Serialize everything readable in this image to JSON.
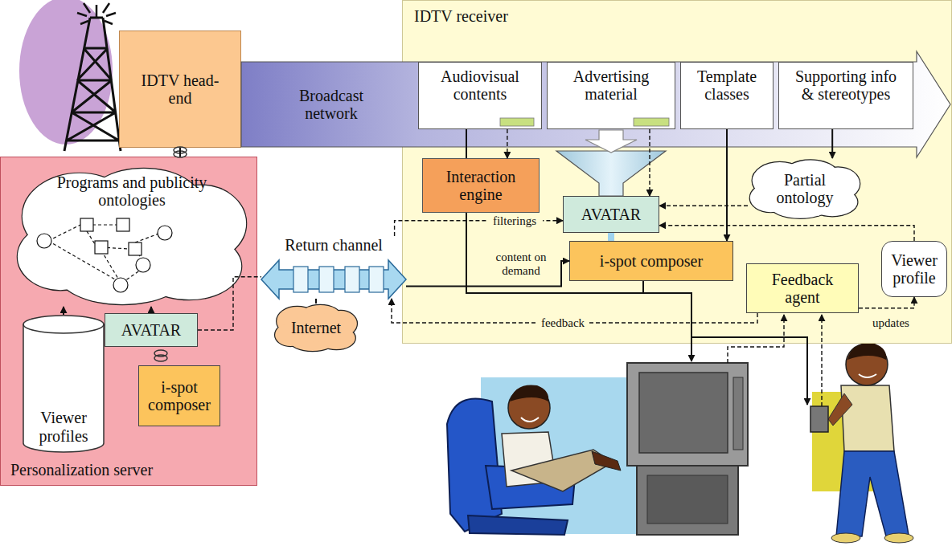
{
  "diagram": {
    "nodes": [
      {
        "text": [
          "IDTV head-end"
        ]
      },
      {
        "text": [
          "Personalization server"
        ]
      },
      {
        "text": [
          "Programs and publicity ontologies"
        ],
        "in": 1
      },
      {
        "text": [
          "Viewer profiles"
        ],
        "in": 1
      },
      {
        "text": [
          "AVATAR"
        ],
        "in": 1
      },
      {
        "text": [
          "i-spot composer"
        ],
        "in": 1
      },
      {
        "text": [
          "IDTV receiver"
        ]
      },
      {
        "text": [
          "Broadcast network"
        ]
      },
      {
        "text": [
          "Audiovisual contents"
        ],
        "in": 7
      },
      {
        "text": [
          "Advertising material"
        ],
        "in": 7
      },
      {
        "text": [
          "Template classes"
        ],
        "in": 7
      },
      {
        "text": [
          "Supporting info & stereotypes"
        ],
        "in": 7
      },
      {
        "text": [
          "Interaction engine"
        ],
        "in": 6
      },
      {
        "text": [
          "AVATAR"
        ],
        "in": 6
      },
      {
        "text": [
          "Partial ontology"
        ],
        "in": 6
      },
      {
        "text": [
          "i-spot composer"
        ],
        "in": 6
      },
      {
        "text": [
          "Feedback agent"
        ],
        "in": 6
      },
      {
        "text": [
          "Viewer profile"
        ],
        "in": 6
      },
      {
        "text": [
          "Return channel"
        ]
      },
      {
        "text": [
          "Internet"
        ]
      }
    ],
    "edges": [
      {
        "from": 0,
        "to": 1,
        "arrow": "none"
      },
      {
        "from": 3,
        "to": 2,
        "arrow": "to"
      },
      {
        "from": 4,
        "to": 2,
        "arrow": "to"
      },
      {
        "from": 4,
        "to": 18,
        "arrow": "none"
      },
      {
        "from": 19,
        "to": 18,
        "arrow": "none"
      },
      {
        "from": 18,
        "to": 15,
        "label": "content on demand",
        "arrow": "to"
      },
      {
        "from": 18,
        "to": 13,
        "label": "filterings",
        "arrow": "to"
      },
      {
        "from": 16,
        "to": 18,
        "label": "feedback",
        "arrow": "to"
      },
      {
        "from": 16,
        "to": 17,
        "label": "updates",
        "arrow": "to"
      },
      {
        "from": 17,
        "to": 13,
        "arrow": "to"
      },
      {
        "from": 14,
        "to": 13,
        "arrow": "to"
      },
      {
        "from": 8,
        "to": 12,
        "arrow": "to"
      },
      {
        "from": 9,
        "to": 13,
        "arrow": "to"
      },
      {
        "from": 13,
        "to": 15,
        "arrow": "none"
      },
      {
        "from": 10,
        "to": 15,
        "arrow": "to"
      },
      {
        "from": 11,
        "to": 14,
        "arrow": "to"
      }
    ]
  }
}
